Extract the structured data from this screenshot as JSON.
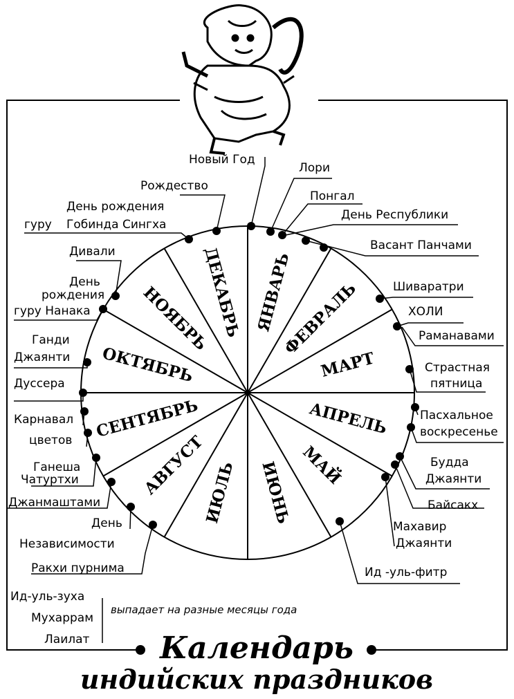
{
  "months": [
    "ЯНВАРЬ",
    "ФЕВРАЛЬ",
    "МАРТ",
    "АПРЕЛЬ",
    "МАЙ",
    "ИЮНЬ",
    "ИЮЛЬ",
    "АВГУСТ",
    "СЕНТЯБРЬ",
    "ОКТЯБРЬ",
    "НОЯБРЬ",
    "ДЕКАБРЬ"
  ],
  "festivals": {
    "new_year": "Новый Год",
    "lohri": "Лори",
    "pongal": "Понгал",
    "republic_day": "День Республики",
    "vasant": "Васант Панчами",
    "shivaratri": "Шиваратри",
    "holi": "ХОЛИ",
    "ramanavami": "Раманавами",
    "good_friday_1": "Страстная",
    "good_friday_2": "пятница",
    "easter_1": "Пасхальное",
    "easter_2": "воскресенье",
    "buddha_1": "Будда",
    "buddha_2": "Джаянти",
    "baisakhi": "Байсакх",
    "mahavir_1": "Махавир",
    "mahavir_2": "Джаянти",
    "id_ul_fitr": "Ид -уль-фитр",
    "christmas": "Рождество",
    "gobind_1": "День рождения",
    "gobind_2": "Гобинда Сингха",
    "gobind_3": "гуру",
    "diwali": "Дивали",
    "nanak_1": "День",
    "nanak_2": "рождения",
    "nanak_3": "гуру Нанака",
    "gandhi_1": "Ганди",
    "gandhi_2": "Джаянти",
    "dussehra": "Дуссера",
    "carnival_1": "Карнавал",
    "carnival_2": "цветов",
    "ganesh_1": "Ганеша",
    "ganesh_2": "Чатуртхи",
    "janmashtami": "Джанмаштами",
    "independence_1": "День",
    "independence_2": "Независимости",
    "rakhi": "Ракхи пурнима"
  },
  "variable": {
    "items": [
      "Ид-уль-зуха",
      "Мухаррам",
      "Лаилат"
    ],
    "note": "выпадает на разные месяцы года"
  },
  "title": {
    "line1": "Календарь",
    "line2": "индийских праздников"
  }
}
